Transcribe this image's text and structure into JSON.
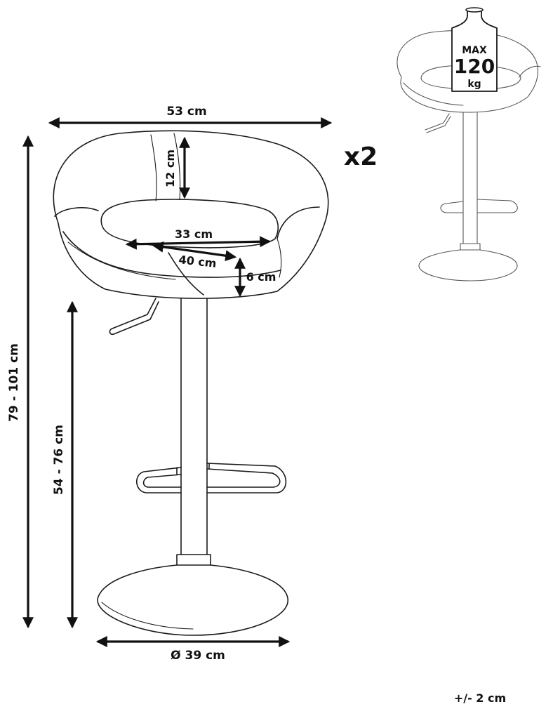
{
  "dimensions": {
    "width": "53 cm",
    "total_height": "79 - 101 cm",
    "seat_height": "54 - 76 cm",
    "backrest_height": "12 cm",
    "seat_width": "33 cm",
    "seat_depth": "40 cm",
    "seat_thickness": "6 cm",
    "base_diameter": "Ø 39 cm"
  },
  "quantity": "x2",
  "max_load": {
    "label": "MAX",
    "value": "120",
    "unit": "kg"
  },
  "tolerance": "+/- 2 cm"
}
